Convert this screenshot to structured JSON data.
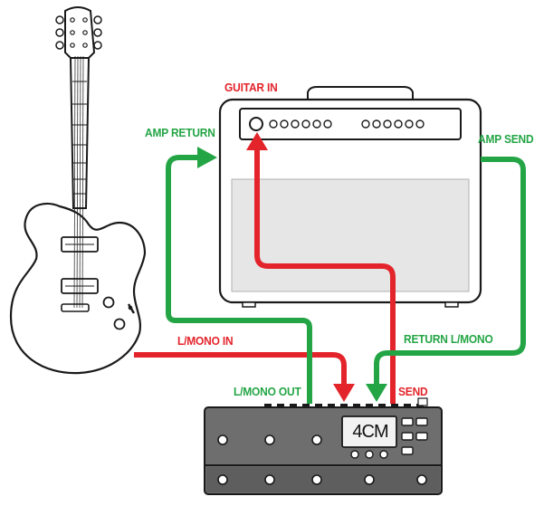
{
  "labels": {
    "guitar_in": "GUITAR IN",
    "amp_return": "AMP RETURN",
    "amp_send": "AMP SEND",
    "l_mono_in": "L/MONO IN",
    "return_l_mono": "RETURN L/MONO",
    "l_mono_out": "L/MONO OUT",
    "send": "SEND"
  },
  "pedal": {
    "screen_text": "4CM"
  },
  "colors": {
    "signal_red": "#e3242b",
    "signal_green": "#24a545",
    "outline": "#1a1a1a",
    "pedal_body": "#6e6e6e",
    "amp_grille": "#e6e6e6"
  }
}
